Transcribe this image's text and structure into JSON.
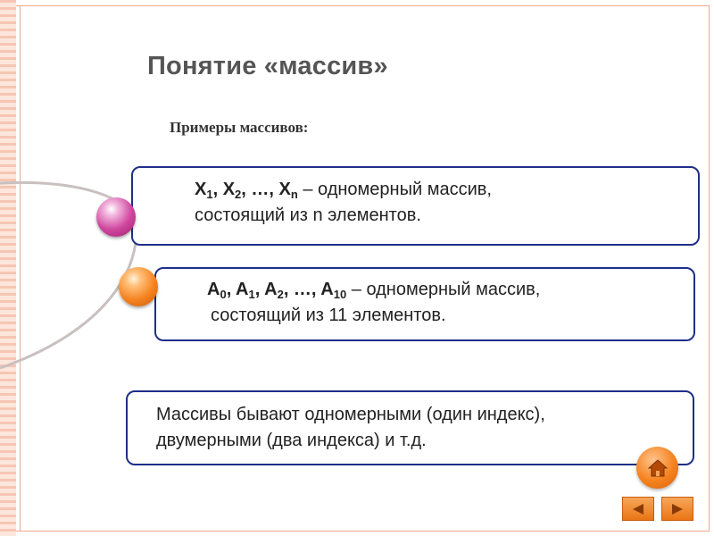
{
  "slide": {
    "title": "Понятие «массив»",
    "subtitle": "Примеры массивов:"
  },
  "box1": {
    "line1_parts": [
      "X",
      "1",
      ", X",
      "2",
      ", …, X",
      "n",
      " – одномерный массив,"
    ],
    "line2": "состоящий из n элементов."
  },
  "box2": {
    "line1_parts": [
      "A",
      "0",
      ", A",
      "1",
      ", A",
      "2",
      ", …, A",
      "10",
      " – одномерный массив,"
    ],
    "line2": "состоящий из 11 элементов."
  },
  "box3": {
    "line1": "Массивы бывают одномерными (один индекс),",
    "line2": "двумерными (два индекса) и т.д."
  },
  "nav": {
    "home_icon": "home-icon",
    "prev_icon": "left-triangle-icon",
    "next_icon": "right-triangle-icon"
  },
  "colors": {
    "box_border": "#1f2f8a",
    "accent_orange": "#f5821f",
    "accent_pink": "#d0479f",
    "frame": "#f0a88e"
  }
}
